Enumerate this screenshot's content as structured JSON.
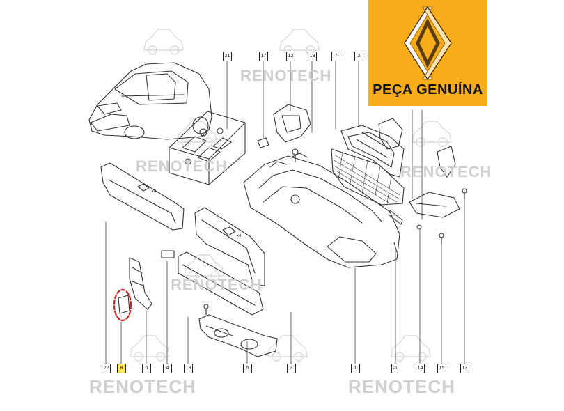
{
  "watermark": {
    "text": "RENOTECH"
  },
  "badge": {
    "caption": "PEÇA GENUÍNA",
    "logo_icon": "renault-diamond-icon",
    "background_color": "#f7ad1a"
  },
  "callouts": {
    "c21": "21",
    "c17": "17",
    "c12": "12",
    "c19": "19",
    "c7": "7",
    "c2": "2",
    "c22": "22",
    "c8": "8",
    "c6": "6",
    "c4": "4",
    "c18": "18",
    "c5": "5",
    "c3": "3",
    "c1": "1",
    "c20": "20",
    "c14": "14",
    "c15": "15",
    "c13": "13"
  },
  "highlight": {
    "color": "#e01a1a",
    "target": "8"
  }
}
